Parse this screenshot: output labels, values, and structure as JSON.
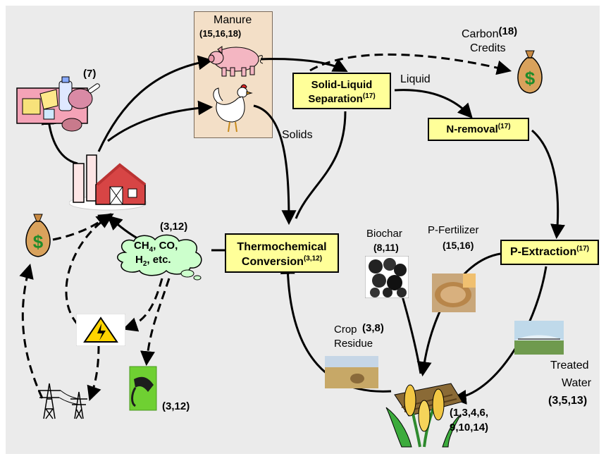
{
  "nodes": {
    "manure": {
      "title": "Manure",
      "refs": "(15,16,18)"
    },
    "carbon": {
      "title": "Carbon",
      "refs": "(18)",
      "title2": "Credits"
    },
    "solid_liquid": {
      "line1": "Solid-Liquid",
      "line2": "Separation",
      "refs": "(17)"
    },
    "liquid": "Liquid",
    "n_removal": {
      "label": "N-removal",
      "refs": "(17)"
    },
    "solids": "Solids",
    "food_refs": "(7)",
    "thermo": {
      "line1": "Thermochemical",
      "line2": "Conversion",
      "refs": "(3,12)"
    },
    "gas": {
      "refs": "(3,12)",
      "line1_a": "CH",
      "line1_sub": "4",
      "line1_b": ", CO,",
      "line2_a": "H",
      "line2_sub": "2",
      "line2_b": ", etc."
    },
    "biochar": {
      "title": "Biochar",
      "refs": "(8,11)"
    },
    "p_fertilizer": {
      "title": "P-Fertilizer",
      "refs": "(15,16)"
    },
    "p_extraction": {
      "label": "P-Extraction",
      "refs": "(17)"
    },
    "crop_residue": {
      "line1": "Crop",
      "line2": "Residue",
      "refs": "(3,8)"
    },
    "treated_water": {
      "line1": "Treated",
      "line2": "Water",
      "refs": "(3,5,13)"
    },
    "fuel_refs": "(3,12)",
    "crops_refs": {
      "line1": "(1,3,4,6,",
      "line2": "9,10,14)"
    }
  },
  "icons": [
    "money-bag-icon",
    "pig-icon",
    "chicken-icon",
    "farm-barn-icon",
    "food-icon",
    "high-voltage-icon",
    "power-tower-icon",
    "fuel-pump-icon",
    "biochar-photo",
    "fertilizer-photo",
    "crop-residue-photo",
    "irrigation-photo",
    "crops-icon"
  ],
  "colors": {
    "box_fill": "#ffff99",
    "background": "#ebebeb",
    "panel": "#f3dfc7",
    "money": "#d9a25c",
    "dollar": "#1f8c2a",
    "gas_cloud": "#ccffcc"
  }
}
